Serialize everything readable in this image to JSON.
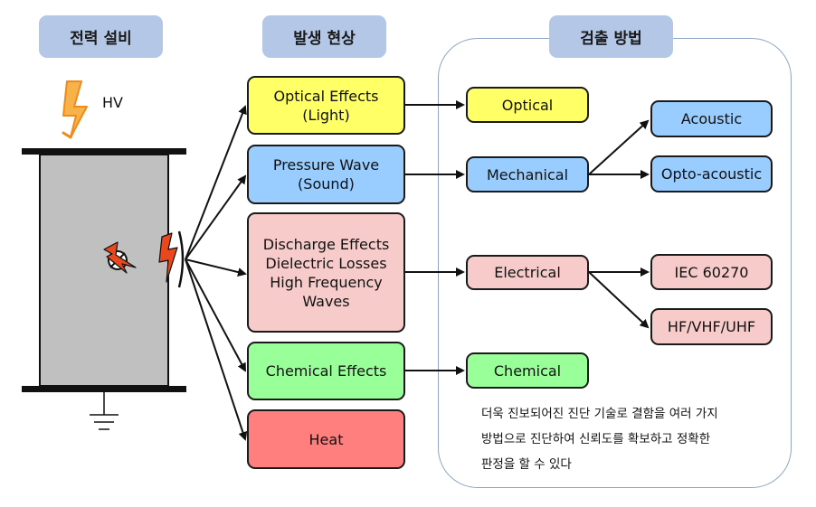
{
  "headers": {
    "equipment": "전력 설비",
    "phenomena": "발생 현상",
    "detection": "검출 방법"
  },
  "hv_label": "HV",
  "phenomena": [
    {
      "label": "Optical Effects\n(Light)",
      "color": "#ffff66"
    },
    {
      "label": "Pressure Wave\n(Sound)",
      "color": "#99ccff"
    },
    {
      "label": "Discharge Effects\nDielectric Losses\nHigh Frequency\nWaves",
      "color": "#f8cbcb"
    },
    {
      "label": "Chemical Effects",
      "color": "#99ff99"
    },
    {
      "label": "Heat",
      "color": "#ff7f7f"
    }
  ],
  "methods": [
    {
      "label": "Optical",
      "color": "#ffff66"
    },
    {
      "label": "Mechanical",
      "color": "#99ccff"
    },
    {
      "label": "Electrical",
      "color": "#f8cbcb"
    },
    {
      "label": "Chemical",
      "color": "#99ff99"
    }
  ],
  "sub_methods": [
    {
      "label": "Acoustic",
      "color": "#99ccff"
    },
    {
      "label": "Opto-acoustic",
      "color": "#99ccff"
    },
    {
      "label": "IEC 60270",
      "color": "#f8cbcb"
    },
    {
      "label": "HF/VHF/UHF",
      "color": "#f8cbcb"
    }
  ],
  "note": "더욱 진보되어진 진단 기술로 결함을 여러 가지\n방법으로 진단하여 신뢰도를 확보하고 정확한\n판정을 할 수 있다"
}
